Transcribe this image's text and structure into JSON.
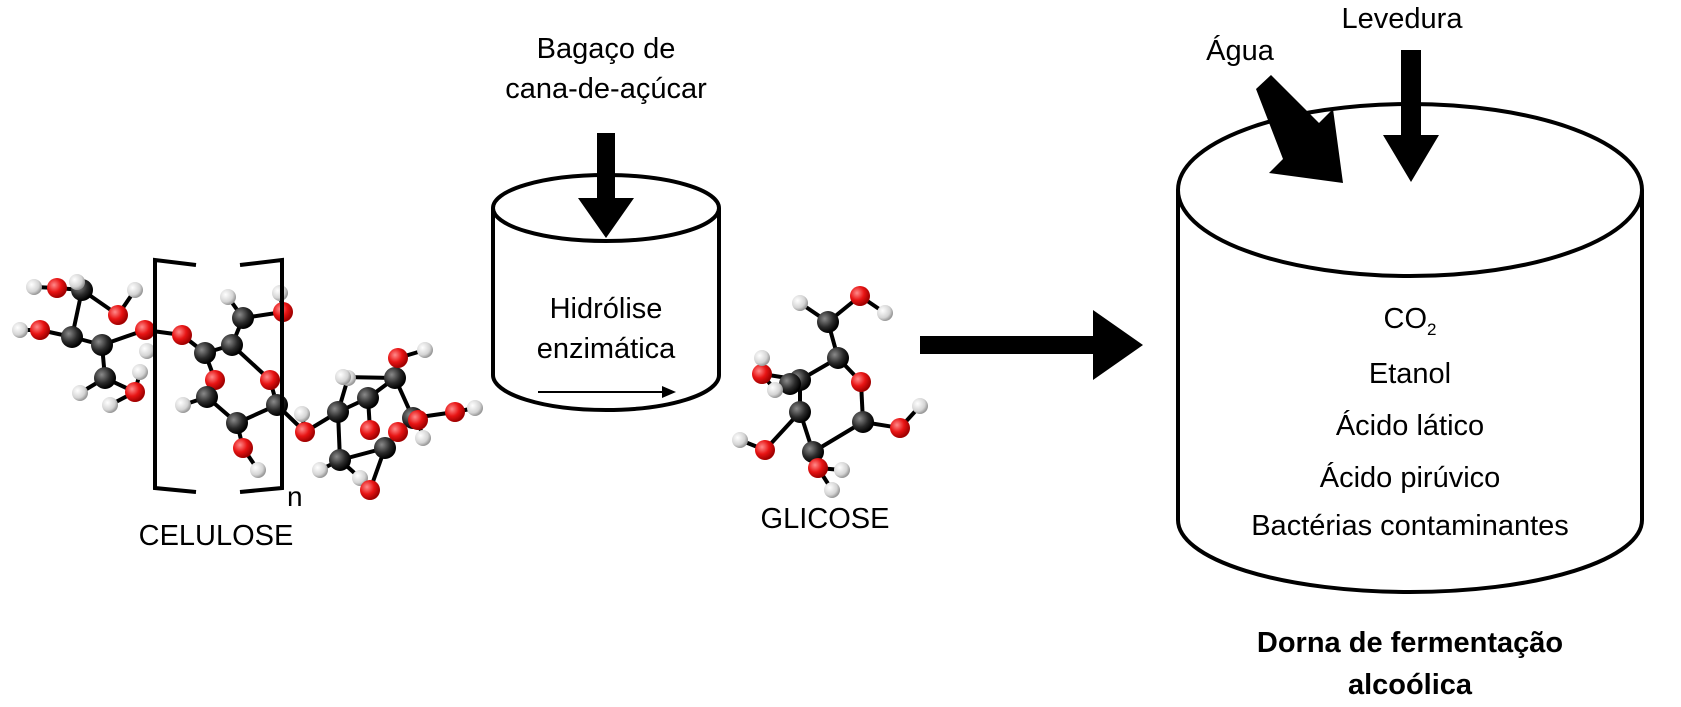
{
  "cellulose": {
    "label": "CELULOSE",
    "subscript": "n"
  },
  "bagasse": {
    "line1": "Bagaço de",
    "line2": "cana-de-açúcar"
  },
  "hydrolysis": {
    "line1": "Hidrólise",
    "line2": "enzimática"
  },
  "glucose": {
    "label": "GLICOSE"
  },
  "inputs": {
    "water": "Água",
    "yeast": "Levedura"
  },
  "products": {
    "co2_main": "CO",
    "co2_sub": "2",
    "items": [
      "Etanol",
      "Ácido lático",
      "Ácido pirúvico",
      "Bactérias contaminantes"
    ]
  },
  "tank": {
    "line1": "Dorna de fermentação",
    "line2": "alcoólica"
  },
  "colors": {
    "carbon": "#1a1a1a",
    "oxygen": "#e01010",
    "hydrogen": "#d8d8d8"
  }
}
